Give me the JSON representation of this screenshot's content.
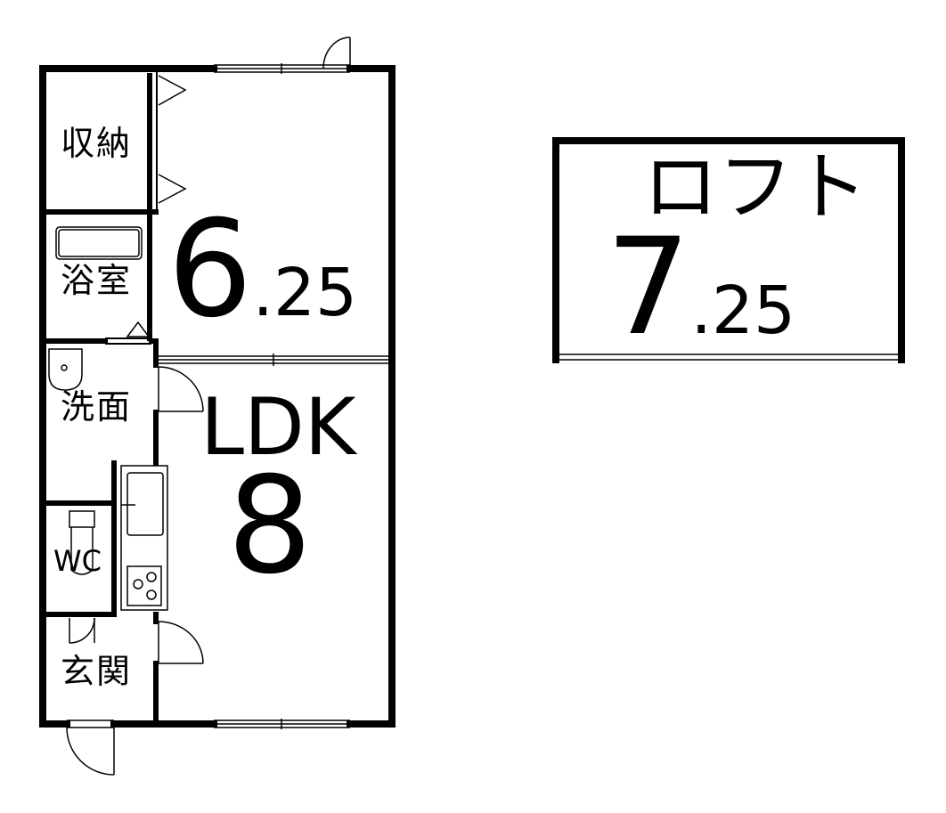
{
  "rooms": {
    "storage": "収納",
    "bath": "浴室",
    "washroom": "洗面",
    "toilet": "WC",
    "entrance": "玄関",
    "bedroom": {
      "int": "6",
      "dec": ".25"
    },
    "ldk": {
      "label": "LDK",
      "size": "8"
    }
  },
  "loft": {
    "label": "ロフト",
    "int": "7",
    "dec": ".25"
  }
}
